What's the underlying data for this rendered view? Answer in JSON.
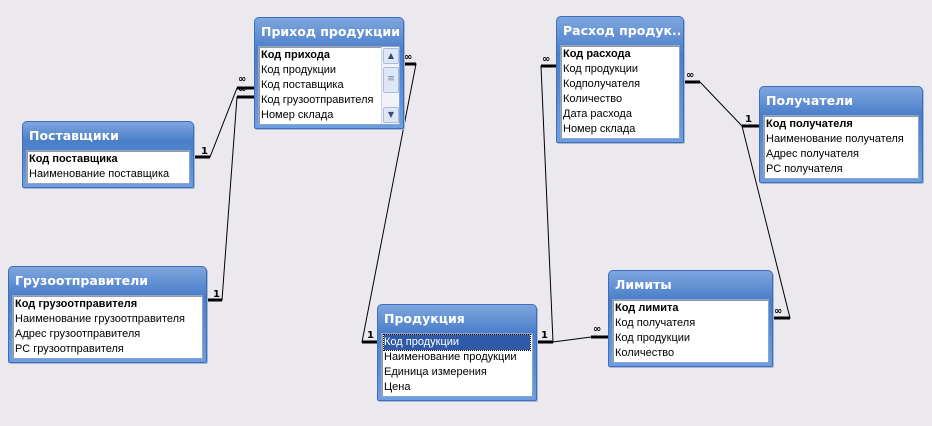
{
  "tables": {
    "suppliers": {
      "title": "Поставщики",
      "fields": [
        "Код поставщика",
        "Наименование поставщика"
      ]
    },
    "shippers": {
      "title": "Грузоотправители",
      "fields": [
        "Код грузоотправителя",
        "Наименование грузоотправителя",
        "Адрес грузоотправителя",
        "РС грузоотправителя"
      ]
    },
    "income": {
      "title": "Приход продукции",
      "fields": [
        "Код прихода",
        "Код продукции",
        "Код поставщика",
        "Код грузоотправителя",
        "Номер склада"
      ]
    },
    "products": {
      "title": "Продукция",
      "fields": [
        "Код продукции",
        "Наименование продукции",
        "Единица измерения",
        "Цена"
      ]
    },
    "expense": {
      "title": "Расход продук...",
      "fields": [
        "Код расхода",
        "Код продукции",
        "Кодполучателя",
        "Количество",
        "Дата расхода",
        "Номер склада"
      ]
    },
    "recipients": {
      "title": "Получатели",
      "fields": [
        "Код получателя",
        "Наименование получателя",
        "Адрес получателя",
        "РС получателя"
      ]
    },
    "limits": {
      "title": "Лимиты",
      "fields": [
        "Код лимита",
        "Код получателя",
        "Код продукции",
        "Количество"
      ]
    }
  },
  "symbols": {
    "one": "1",
    "many": "∞"
  }
}
